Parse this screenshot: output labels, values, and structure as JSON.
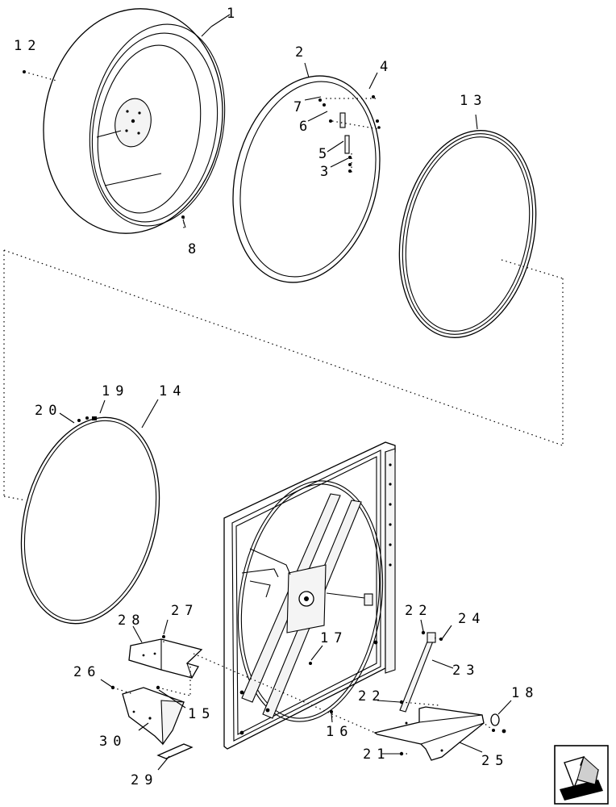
{
  "callouts": {
    "c1": "1",
    "c2": "2",
    "c3": "3",
    "c4": "4",
    "c5": "5",
    "c6": "6",
    "c7": "7",
    "c8": "8",
    "c12": "12",
    "c13": "13",
    "c14": "14",
    "c15": "15",
    "c16": "16",
    "c17": "17",
    "c18": "18",
    "c19": "19",
    "c20": "20",
    "c21": "21",
    "c22a": "22",
    "c22b": "22",
    "c23": "23",
    "c24": "24",
    "c25": "25",
    "c26": "26",
    "c27": "27",
    "c28": "28",
    "c29": "29",
    "c30": "30"
  },
  "nav": {
    "icon": "next-page-arrow-icon"
  }
}
